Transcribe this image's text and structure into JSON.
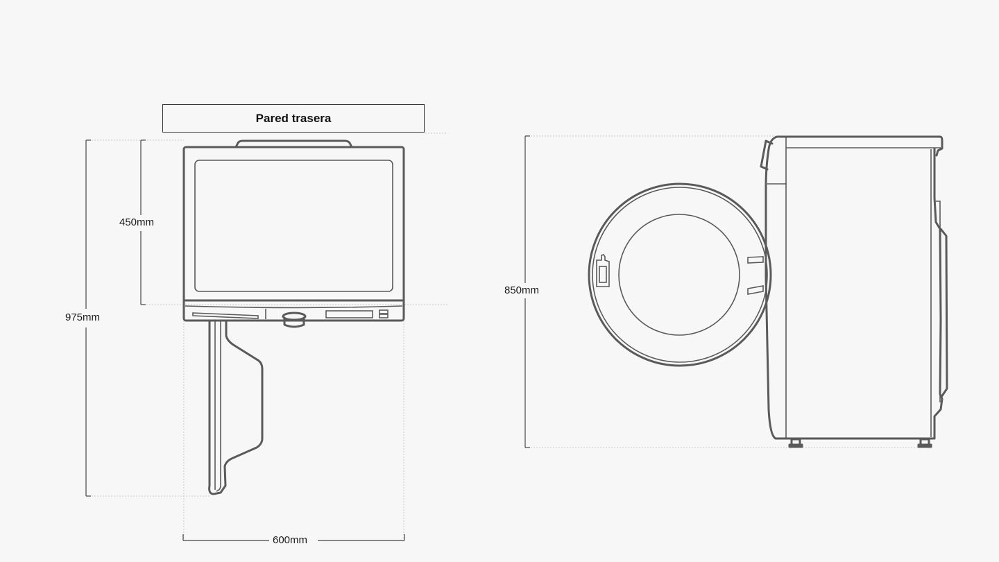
{
  "top_view": {
    "wall_label": "Pared trasera",
    "depth_body": "450mm",
    "depth_door_open": "975mm",
    "width": "600mm"
  },
  "side_view": {
    "height": "850mm"
  },
  "colors": {
    "background": "#f7f7f7",
    "line": "#5a5a5a"
  }
}
